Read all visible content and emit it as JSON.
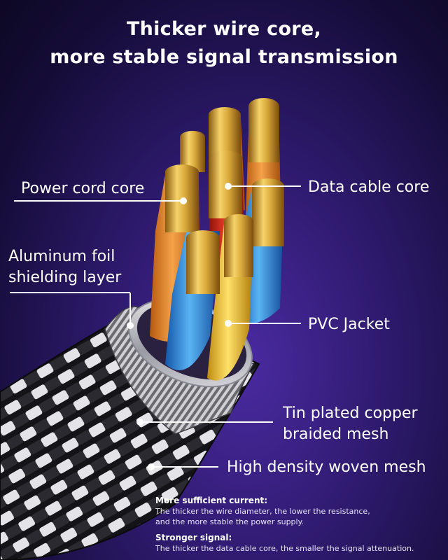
{
  "headline": {
    "line1": "Thicker wire core,",
    "line2": "more stable signal transmission"
  },
  "labels": {
    "power_cord_core": "Power cord core",
    "data_cable_core": "Data cable core",
    "aluminum_foil_line1": "Aluminum foil",
    "aluminum_foil_line2": "shielding layer",
    "pvc_jacket": "PVC Jacket",
    "tin_plated_line1": "Tin plated copper",
    "tin_plated_line2": "braided mesh",
    "high_density_mesh": "High density woven mesh"
  },
  "notes": {
    "current_title": "More sufficient current:",
    "current_line1": "The thicker the wire diameter, the lower the resistance,",
    "current_line2": "and the more stable the power supply.",
    "signal_title": "Stronger signal:",
    "signal_line1": "The thicker the data cable core, the smaller the signal attenuation."
  },
  "colors": {
    "copper": "#d8a83a",
    "orange_jacket": "#e8882a",
    "blue_jacket": "#2f8fe0",
    "yellow_jacket": "#f2c62a",
    "red_jacket": "#d8281c",
    "braid_dark": "#1a1a1e",
    "braid_light": "#d8d8d8"
  }
}
